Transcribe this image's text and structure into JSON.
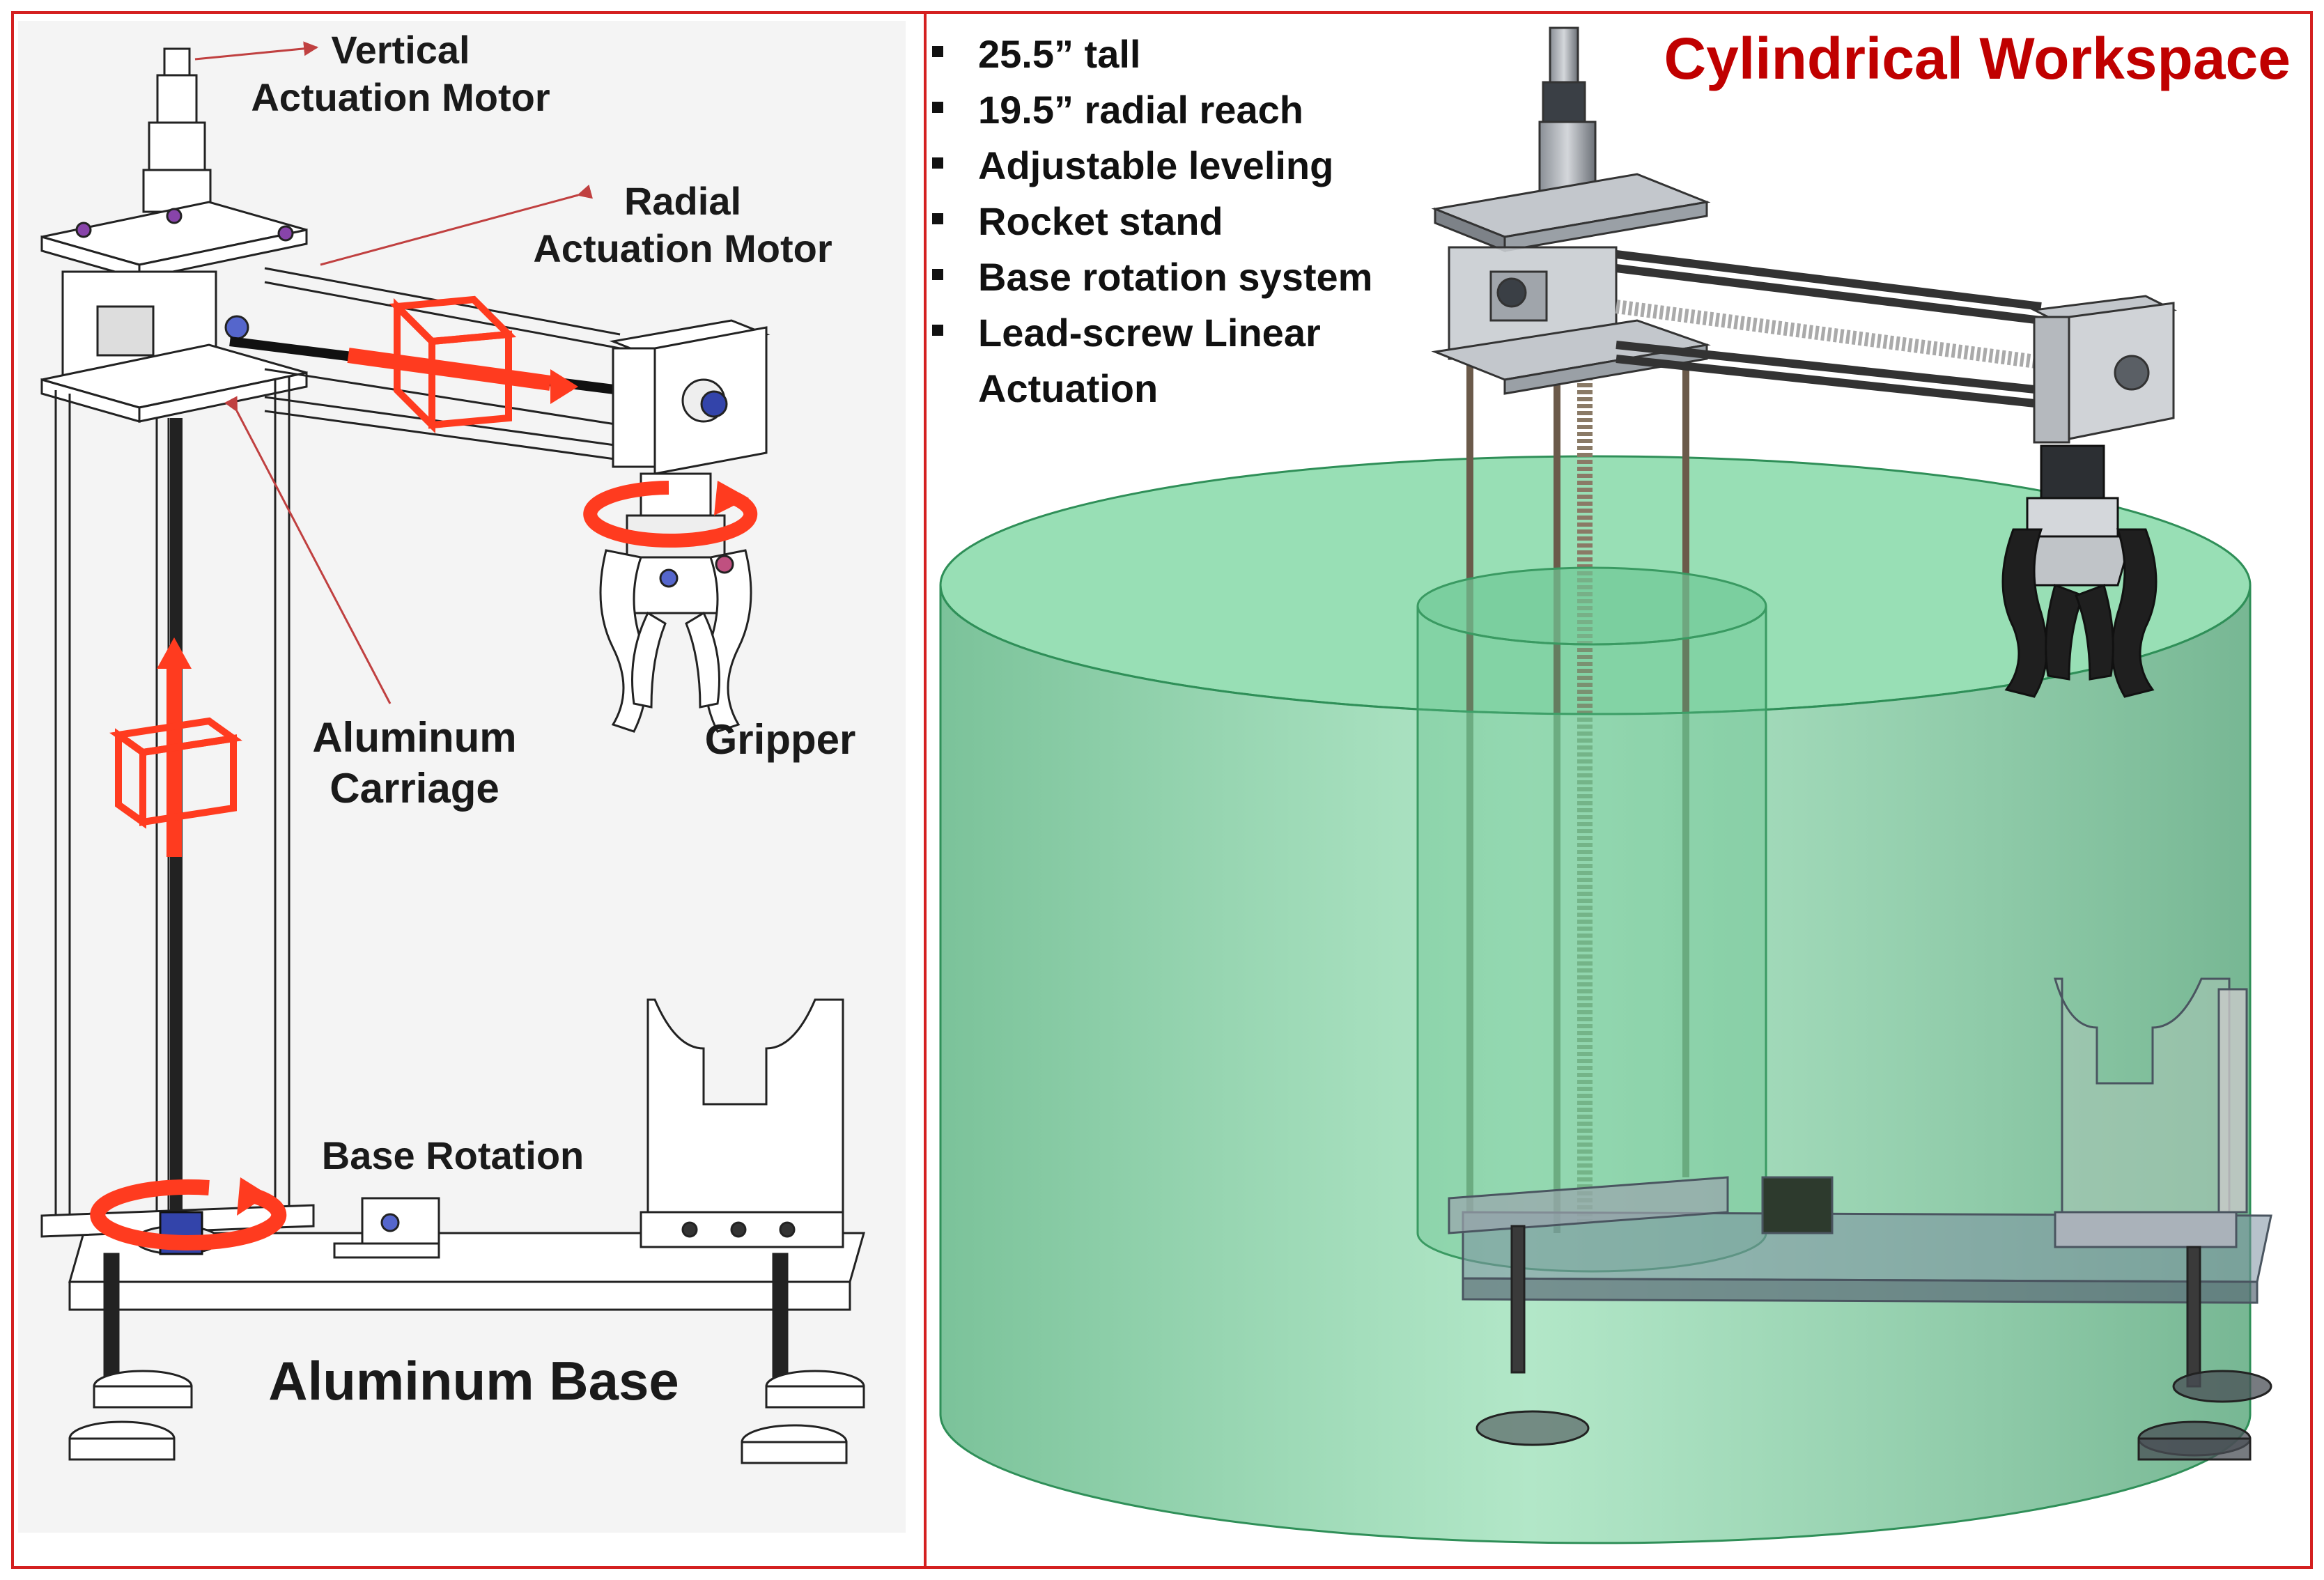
{
  "left_panel": {
    "labels": {
      "vertical_motor": "Vertical\nActuation Motor",
      "radial_motor": "Radial\nActuation Motor",
      "carriage": "Aluminum\nCarriage",
      "gripper": "Gripper",
      "base_rotation": "Base Rotation",
      "base": "Aluminum Base"
    }
  },
  "right_panel": {
    "title": "Cylindrical Workspace",
    "bullets": [
      "25.5” tall",
      "19.5” radial reach",
      "Adjustable leveling",
      "Rocket stand",
      "Base rotation system",
      "Lead-screw Linear",
      "Actuation"
    ]
  },
  "colors": {
    "frame": "#d42020",
    "arrow": "#ff3b1f",
    "workspace": "#5cc98a",
    "workspace_edge": "#2f8f58",
    "metal": "#b8bcc2",
    "dark_metal": "#555a60",
    "title": "#c00000"
  }
}
